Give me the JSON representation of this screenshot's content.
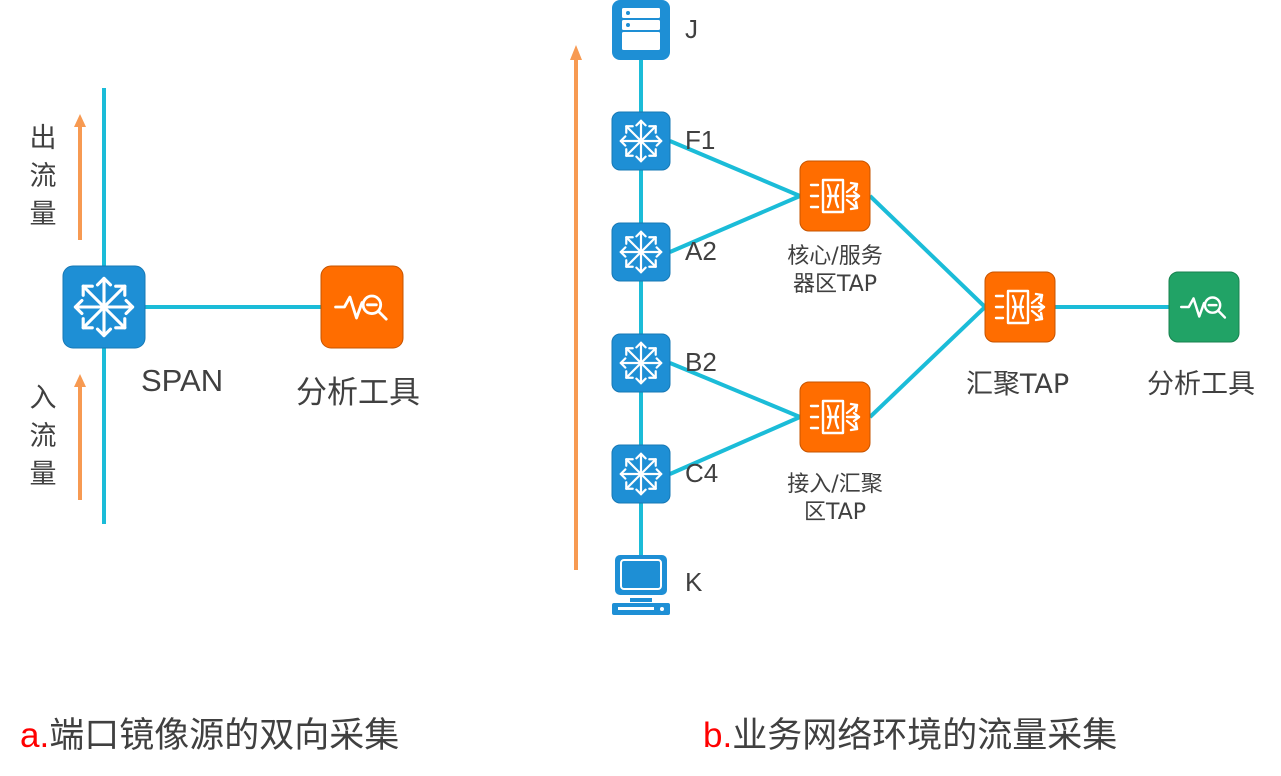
{
  "colors": {
    "link": "#1bbcd8",
    "flow_arrow": "#f79a52",
    "switch": "#1e8fd5",
    "tap": "#ff6d00",
    "tool_orange": "#ff6d00",
    "tool_green": "#21a366",
    "caption_prefix": "#ff0000",
    "text": "#404040"
  },
  "panel_a": {
    "out_traffic_label": [
      "出",
      "流",
      "量"
    ],
    "in_traffic_label": [
      "入",
      "流",
      "量"
    ],
    "span_node": {
      "label": "SPAN",
      "icon": "switch-icon"
    },
    "tool_node": {
      "label": "分析工具",
      "icon": "analysis-tool-icon"
    },
    "caption": {
      "prefix": "a.",
      "text": "端口镜像源的双向采集"
    }
  },
  "panel_b": {
    "nodes": {
      "J": {
        "label": "J",
        "icon": "server-icon"
      },
      "F1": {
        "label": "F1",
        "icon": "switch-icon"
      },
      "A2": {
        "label": "A2",
        "icon": "switch-icon"
      },
      "B2": {
        "label": "B2",
        "icon": "switch-icon"
      },
      "C4": {
        "label": "C4",
        "icon": "switch-icon"
      },
      "K": {
        "label": "K",
        "icon": "pc-icon"
      },
      "core_tap": {
        "label_line1": "核心/服务",
        "label_line2": "器区TAP",
        "icon": "tap-icon"
      },
      "access_tap": {
        "label_line1": "接入/汇聚",
        "label_line2": "区TAP",
        "icon": "tap-icon"
      },
      "agg_tap": {
        "label": "汇聚TAP",
        "icon": "tap-icon"
      },
      "tool": {
        "label": "分析工具",
        "icon": "analysis-tool-icon"
      }
    },
    "links": [
      [
        "J",
        "F1"
      ],
      [
        "F1",
        "A2"
      ],
      [
        "A2",
        "B2"
      ],
      [
        "B2",
        "C4"
      ],
      [
        "C4",
        "K"
      ],
      [
        "F1",
        "core_tap"
      ],
      [
        "A2",
        "core_tap"
      ],
      [
        "B2",
        "access_tap"
      ],
      [
        "C4",
        "access_tap"
      ],
      [
        "core_tap",
        "agg_tap"
      ],
      [
        "access_tap",
        "agg_tap"
      ],
      [
        "agg_tap",
        "tool"
      ]
    ],
    "caption": {
      "prefix": "b.",
      "text": "业务网络环境的流量采集"
    }
  }
}
